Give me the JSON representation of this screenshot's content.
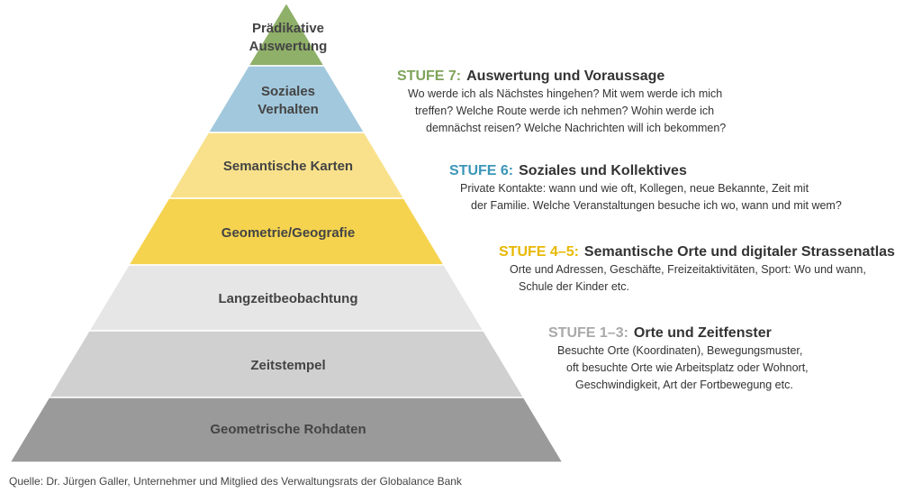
{
  "pyramid": {
    "layers": [
      {
        "label_lines": [
          "Prädikative",
          "Auswertung"
        ],
        "color": "#8eb068"
      },
      {
        "label_lines": [
          "Soziales",
          "Verhalten"
        ],
        "color": "#a2c8dd"
      },
      {
        "label_lines": [
          "Semantische Karten"
        ],
        "color": "#f9e18b"
      },
      {
        "label_lines": [
          "Geometrie/Geografie"
        ],
        "color": "#f5d34f"
      },
      {
        "label_lines": [
          "Langzeitbeobachtung"
        ],
        "color": "#e6e6e6"
      },
      {
        "label_lines": [
          "Zeitstempel"
        ],
        "color": "#d0d0d0"
      },
      {
        "label_lines": [
          "Geometrische Rohdaten"
        ],
        "color": "#9a9a9a"
      }
    ]
  },
  "stages": [
    {
      "tag": "STUFE 7:",
      "title": "Auswertung und Voraussage",
      "tag_color": "#7ea35a",
      "lines": [
        "Wo werde ich als Nächstes hingehen? Mit wem werde ich mich",
        "treffen? Welche Route werde ich nehmen? Wohin werde ich",
        "demnächst reisen? Welche Nachrichten will ich bekommen?"
      ]
    },
    {
      "tag": "STUFE 6:",
      "title": "Soziales und Kollektives",
      "tag_color": "#3b96b8",
      "lines": [
        "Private Kontakte: wann und wie oft, Kollegen, neue Bekannte, Zeit mit",
        "der Familie. Welche Veranstaltungen besuche ich wo, wann und mit wem?"
      ]
    },
    {
      "tag": "STUFE 4–5:",
      "title": "Semantische Orte und digitaler Strassenatlas",
      "tag_color": "#e8b800",
      "lines": [
        "Orte und Adressen, Geschäfte, Freizeitaktivitäten, Sport: Wo und wann,",
        "Schule der Kinder etc."
      ]
    },
    {
      "tag": "STUFE 1–3:",
      "title": "Orte und Zeitfenster",
      "tag_color": "#a9a9a9",
      "lines": [
        "Besuchte Orte (Koordinaten), Bewegungsmuster,",
        "oft besuchte Orte wie Arbeitsplatz oder Wohnort,",
        "Geschwindigkeit, Art der Fortbewegung etc."
      ]
    }
  ],
  "source": "Quelle: Dr. Jürgen Galler, Unternehmer und Mitglied des Verwaltungsrats der Globalance Bank"
}
